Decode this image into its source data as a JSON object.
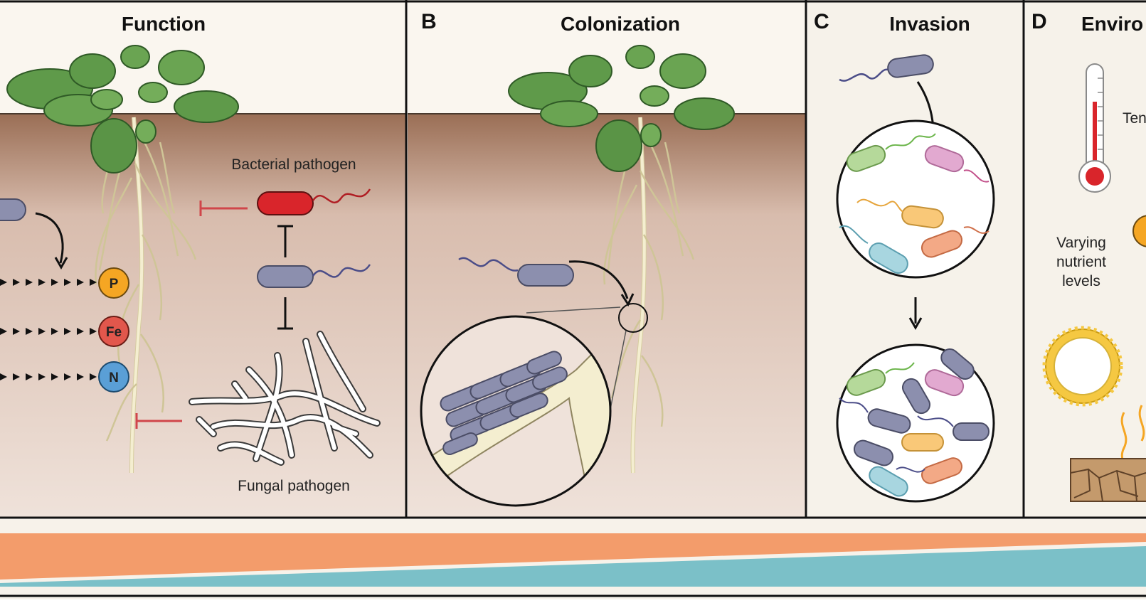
{
  "panels": [
    {
      "letter": "",
      "title": "Function"
    },
    {
      "letter": "B",
      "title": "Colonization"
    },
    {
      "letter": "C",
      "title": "Invasion"
    },
    {
      "letter": "D",
      "title": "Enviro"
    }
  ],
  "panel_a": {
    "bacterial_label": "Bacterial pathogen",
    "fungal_label": "Fungal pathogen",
    "nutrients": [
      "P",
      "Fe",
      "N"
    ]
  },
  "panel_d": {
    "temperature_label": "Ten",
    "nutrient_label_1": "Varying",
    "nutrient_label_2": "nutrient",
    "nutrient_label_3": "levels"
  },
  "colors": {
    "soil_top": "#a0765e",
    "soil_bottom": "#efe0d8",
    "sky": "#faf6ef",
    "leaf": "#5f9a4a",
    "root": "#f3ecc8",
    "bacterium": "#8c8fae",
    "pathogen_red": "#d9252b",
    "P": "#f5a623",
    "Fe": "#e2574c",
    "N": "#5a9fd6",
    "band_orange": "#f39c6b",
    "band_teal": "#7bc0c8"
  }
}
